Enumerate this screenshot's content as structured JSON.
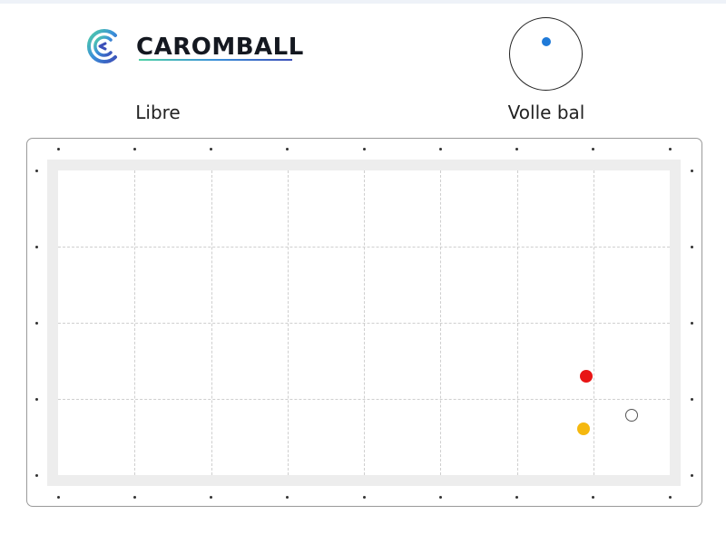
{
  "brand": {
    "name": "CAROMBALL",
    "icon": "caromball-logo-icon"
  },
  "game": {
    "mode_label": "Libre"
  },
  "spin": {
    "label": "Volle bal",
    "dot_color": "#1f7ad8"
  },
  "table": {
    "grid_divisions": [
      8,
      4
    ],
    "balls": [
      {
        "name": "red-ball",
        "color": "#e81515",
        "outlined": false
      },
      {
        "name": "yellow-ball",
        "color": "#f5b80f",
        "outlined": false
      },
      {
        "name": "white-ball",
        "color": "#ffffff",
        "outlined": true
      }
    ]
  },
  "colors": {
    "cushion": "#ededed",
    "cloth": "#ffffff",
    "grid": "#cfcfcf",
    "frame": "#9a9a9a"
  }
}
